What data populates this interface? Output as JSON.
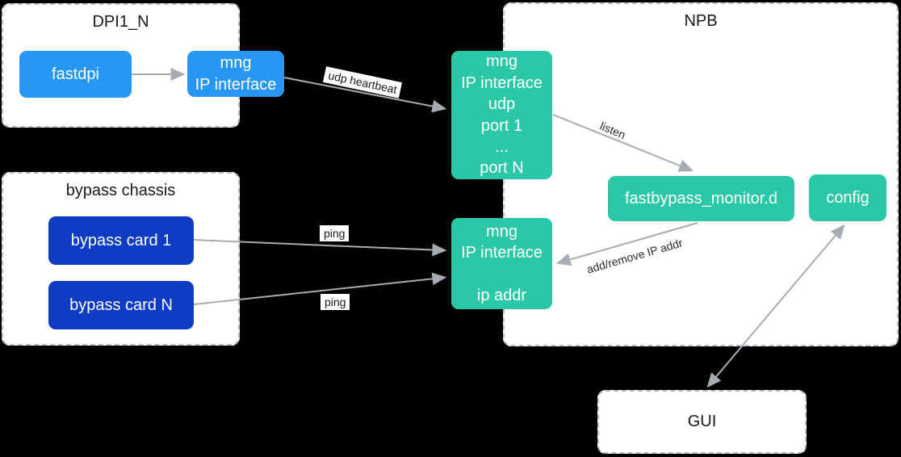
{
  "diagram": {
    "containers": {
      "dpi": {
        "title": "DPI1_N"
      },
      "bypass_chassis": {
        "title": "bypass chassis"
      },
      "npb": {
        "title": "NPB"
      },
      "gui": {
        "title": "GUI"
      }
    },
    "nodes": {
      "fastdpi": {
        "label": "fastdpi"
      },
      "dpi_mng": {
        "label": "mng\nIP interface"
      },
      "npb_udp_ports": {
        "label": "mng\nIP interface\nudp\nport 1\n...\nport N"
      },
      "fastbypass_monitor": {
        "label": "fastbypass_monitor.d"
      },
      "config": {
        "label": "config"
      },
      "npb_ip_addr": {
        "label": "mng\nIP interface\n\nip addr"
      },
      "bypass_card_1": {
        "label": "bypass card 1"
      },
      "bypass_card_n": {
        "label": "bypass card N"
      }
    },
    "edges": {
      "udp_heartbeat": {
        "label": "udp heartbeat"
      },
      "listen": {
        "label": "listen"
      },
      "ping_1": {
        "label": "ping"
      },
      "ping_n": {
        "label": "ping"
      },
      "add_remove_ip": {
        "label": "add/remove IP addr"
      }
    },
    "colors": {
      "bright_blue": "#2697f4",
      "dark_blue": "#0d3cc2",
      "teal": "#2bc8a8",
      "arrow_gray": "#a6acb3",
      "container_border": "#b7bdc3",
      "container_bg": "#ffffff",
      "page_bg": "#000000",
      "title_text": "#17191c"
    }
  }
}
